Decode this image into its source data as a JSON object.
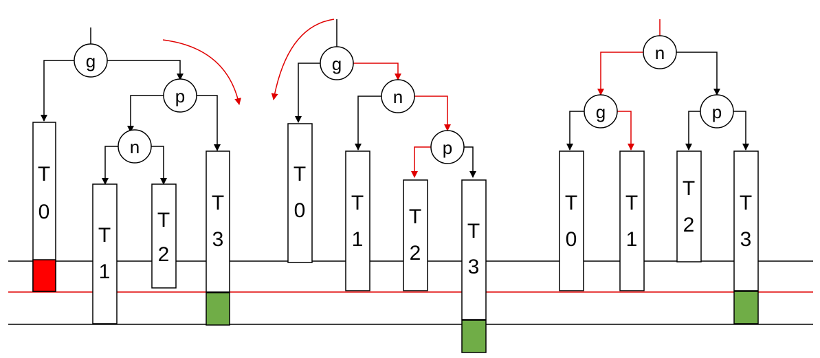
{
  "colors": {
    "line": "#000000",
    "highlight": "#e00000",
    "violation_block": "#ff0000",
    "height_block": "#70ad47"
  },
  "diagrams": [
    {
      "nodes": [
        "g",
        "p",
        "n"
      ],
      "subtrees": [
        {
          "top": "T",
          "bottom": "0"
        },
        {
          "top": "T",
          "bottom": "1"
        },
        {
          "top": "T",
          "bottom": "2"
        },
        {
          "top": "T",
          "bottom": "3"
        }
      ]
    },
    {
      "nodes": [
        "g",
        "n",
        "p"
      ],
      "subtrees": [
        {
          "top": "T",
          "bottom": "0"
        },
        {
          "top": "T",
          "bottom": "1"
        },
        {
          "top": "T",
          "bottom": "2"
        },
        {
          "top": "T",
          "bottom": "3"
        }
      ]
    },
    {
      "nodes": [
        "n",
        "g",
        "p"
      ],
      "subtrees": [
        {
          "top": "T",
          "bottom": "0"
        },
        {
          "top": "T",
          "bottom": "1"
        },
        {
          "top": "T",
          "bottom": "2"
        },
        {
          "top": "T",
          "bottom": "3"
        }
      ]
    }
  ]
}
